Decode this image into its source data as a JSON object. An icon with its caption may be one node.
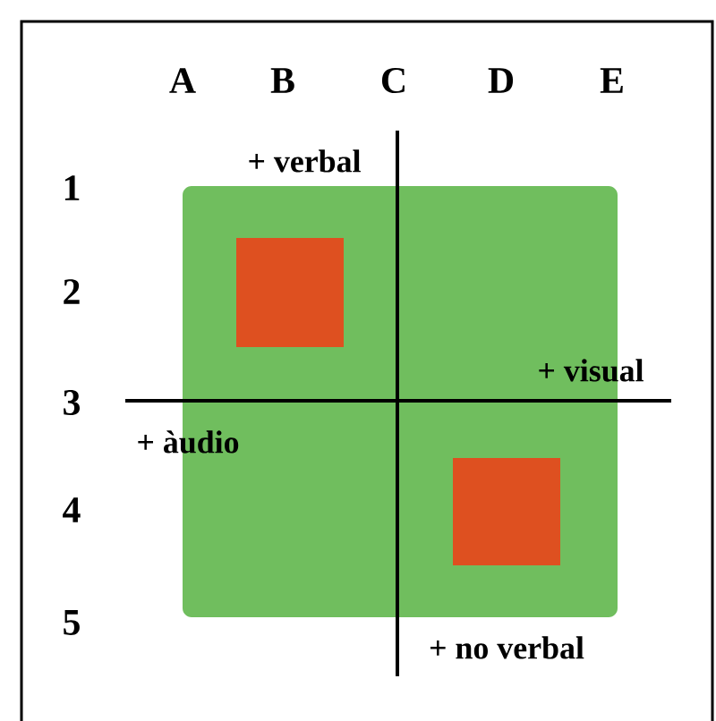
{
  "diagram": {
    "labels": [
      "A",
      "B",
      "C",
      "D",
      "E",
      "1",
      "2",
      "3",
      "4",
      "5",
      "+ verbal",
      "+ visual",
      "+ àudio",
      "+ no verbal"
    ]
  }
}
